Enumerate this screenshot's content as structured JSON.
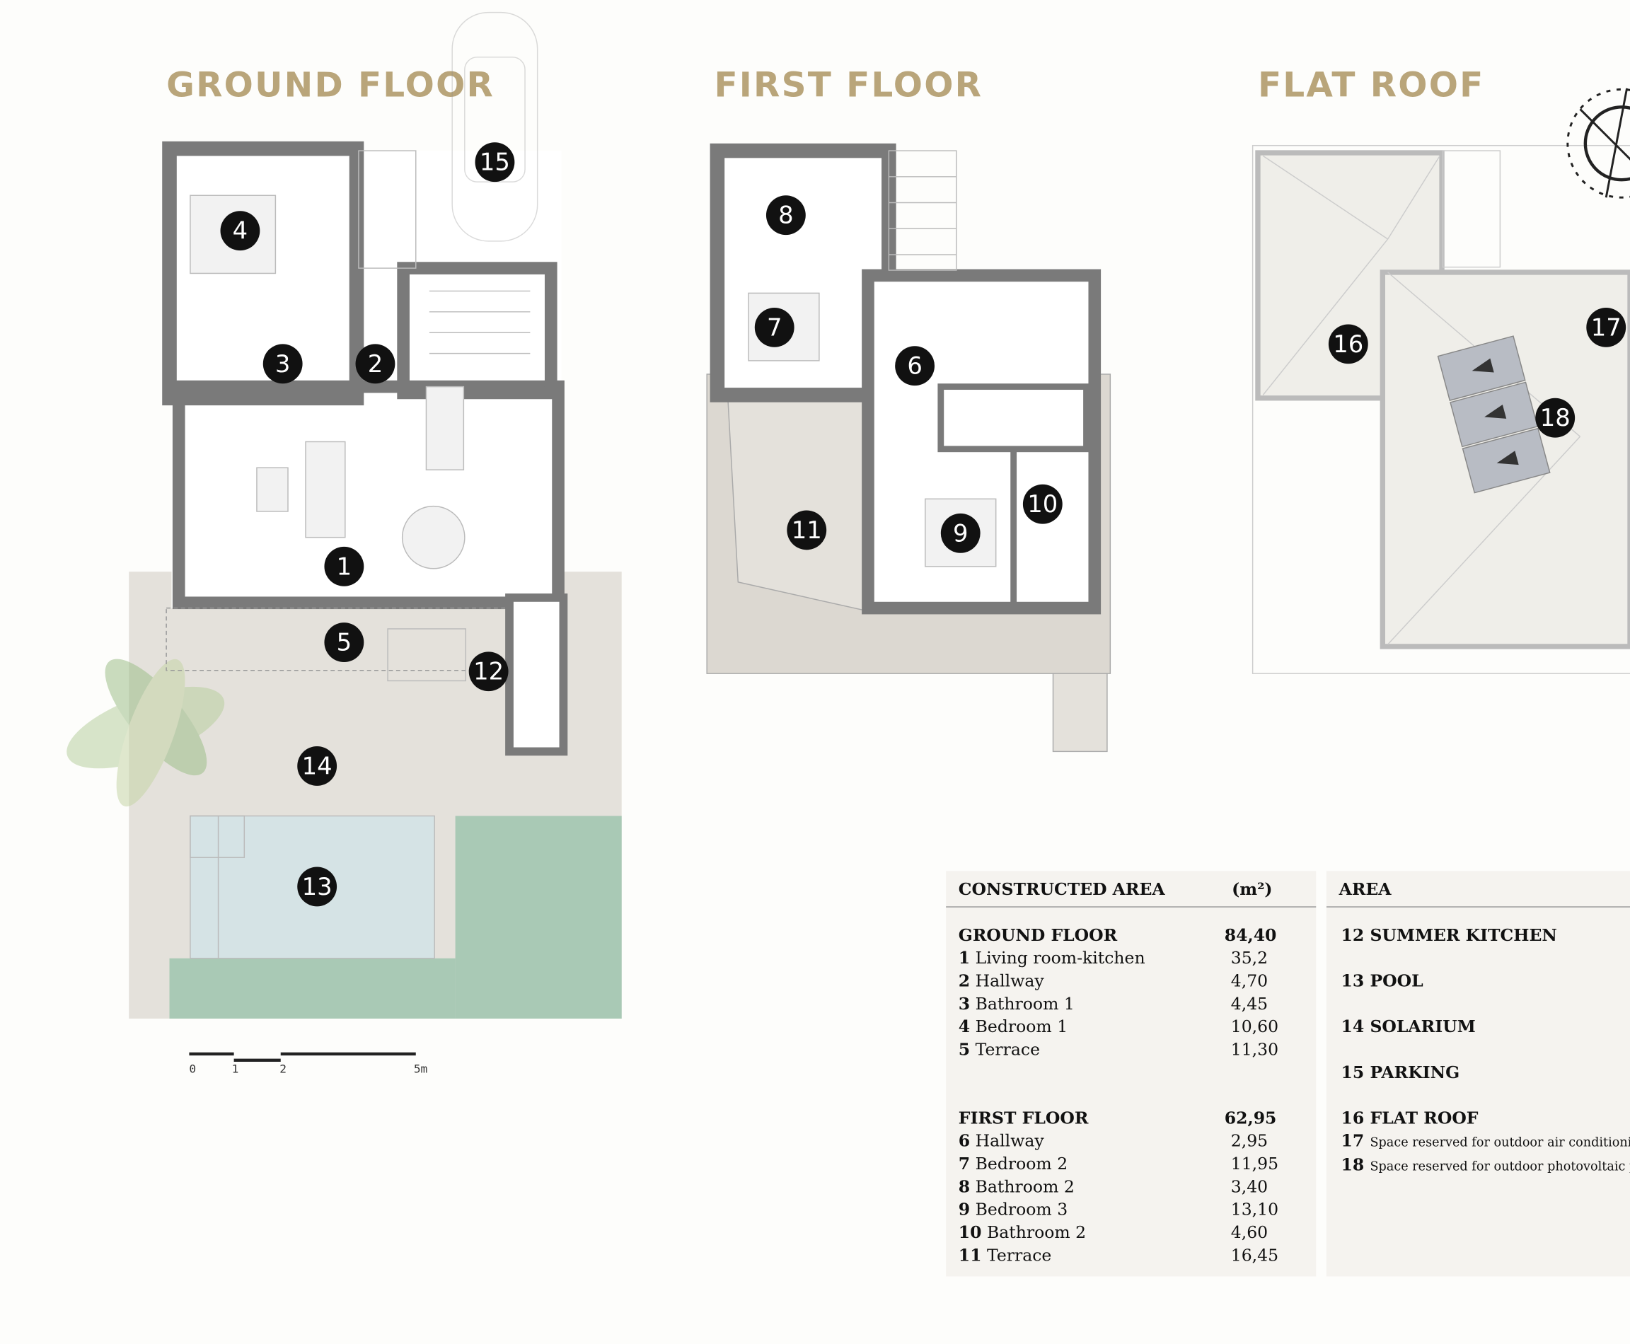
{
  "titles": {
    "ground": "GROUND FLOOR",
    "first": "FIRST FLOOR",
    "roof": "FLAT ROOF"
  },
  "colors": {
    "title": "#b9a57a",
    "wall": "#7a7a7a",
    "terrace": "#e4e1db",
    "pool": "#d5e3e5",
    "grass": "#a9c9b5",
    "table_bg": "#f5f3ef"
  },
  "icons": {
    "compass": "compass-north-icon",
    "car": "car-icon",
    "palm": "palm-tree-icon",
    "solar_arrow": "arrow-left-icon"
  },
  "markers": {
    "m1": "1",
    "m2": "2",
    "m3": "3",
    "m4": "4",
    "m5": "5",
    "m6": "6",
    "m7": "7",
    "m8": "8",
    "m9": "9",
    "m10": "10",
    "m11": "11",
    "m12": "12",
    "m13": "13",
    "m14": "14",
    "m15": "15",
    "m16": "16",
    "m17": "17",
    "m18": "18"
  },
  "scale_bar": {
    "labels": [
      "0",
      "1",
      "2",
      "5m"
    ]
  },
  "constructed": {
    "header": "CONSTRUCTED AREA",
    "unit": "(m²)",
    "ground": {
      "label": "GROUND FLOOR",
      "total": "84,40",
      "rows": [
        {
          "n": "1",
          "name": "Living room-kitchen",
          "v": "35,2"
        },
        {
          "n": "2",
          "name": "Hallway",
          "v": "4,70"
        },
        {
          "n": "3",
          "name": "Bathroom 1",
          "v": "4,45"
        },
        {
          "n": "4",
          "name": "Bedroom 1",
          "v": "10,60"
        },
        {
          "n": "5",
          "name": "Terrace",
          "v": "11,30"
        }
      ]
    },
    "first": {
      "label": "FIRST FLOOR",
      "total": "62,95",
      "rows": [
        {
          "n": "6",
          "name": "Hallway",
          "v": "2,95"
        },
        {
          "n": "7",
          "name": "Bedroom 2",
          "v": "11,95"
        },
        {
          "n": "8",
          "name": "Bathroom 2",
          "v": "3,40"
        },
        {
          "n": "9",
          "name": "Bedroom 3",
          "v": "13,10"
        },
        {
          "n": "10",
          "name": "Bathroom 2",
          "v": "4,60"
        },
        {
          "n": "11",
          "name": "Terrace",
          "v": "16,45"
        }
      ]
    }
  },
  "areas": {
    "header": "AREA",
    "rows": [
      {
        "n": "12",
        "name": "SUMMER KITCHEN"
      },
      {
        "n": "13",
        "name": "POOL"
      },
      {
        "n": "14",
        "name": "SOLARIUM"
      },
      {
        "n": "15",
        "name": "PARKING"
      },
      {
        "n": "16",
        "name": "FLAT ROOF"
      }
    ],
    "notes": [
      {
        "n": "17",
        "text": "Space reserved for outdoor air conditioning"
      },
      {
        "n": "18",
        "text": "Space reserved for outdoor photovoltaic pan"
      }
    ]
  }
}
